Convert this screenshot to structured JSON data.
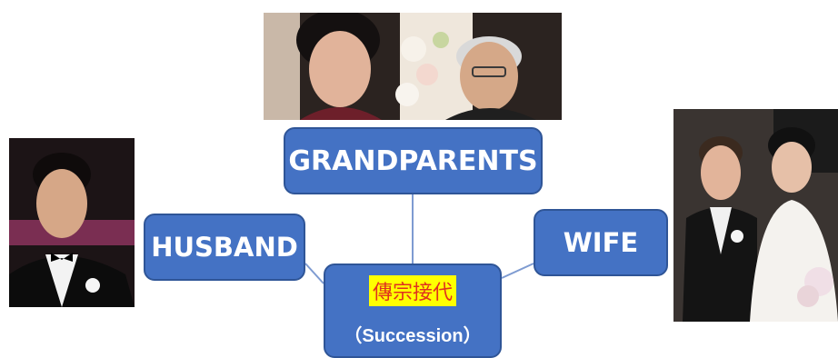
{
  "diagram": {
    "nodes": {
      "grandparents": "GRANDPARENTS",
      "husband": "HUSBAND",
      "wife": "WIFE",
      "succession_chinese": "傳宗接代",
      "succession_english": "（Succession）"
    }
  },
  "colors": {
    "node_fill": "#4472C4",
    "node_border": "#2F5597",
    "connector": "#7E9BD1",
    "highlight": "#FFFF00",
    "highlight_text": "#E0301E"
  }
}
